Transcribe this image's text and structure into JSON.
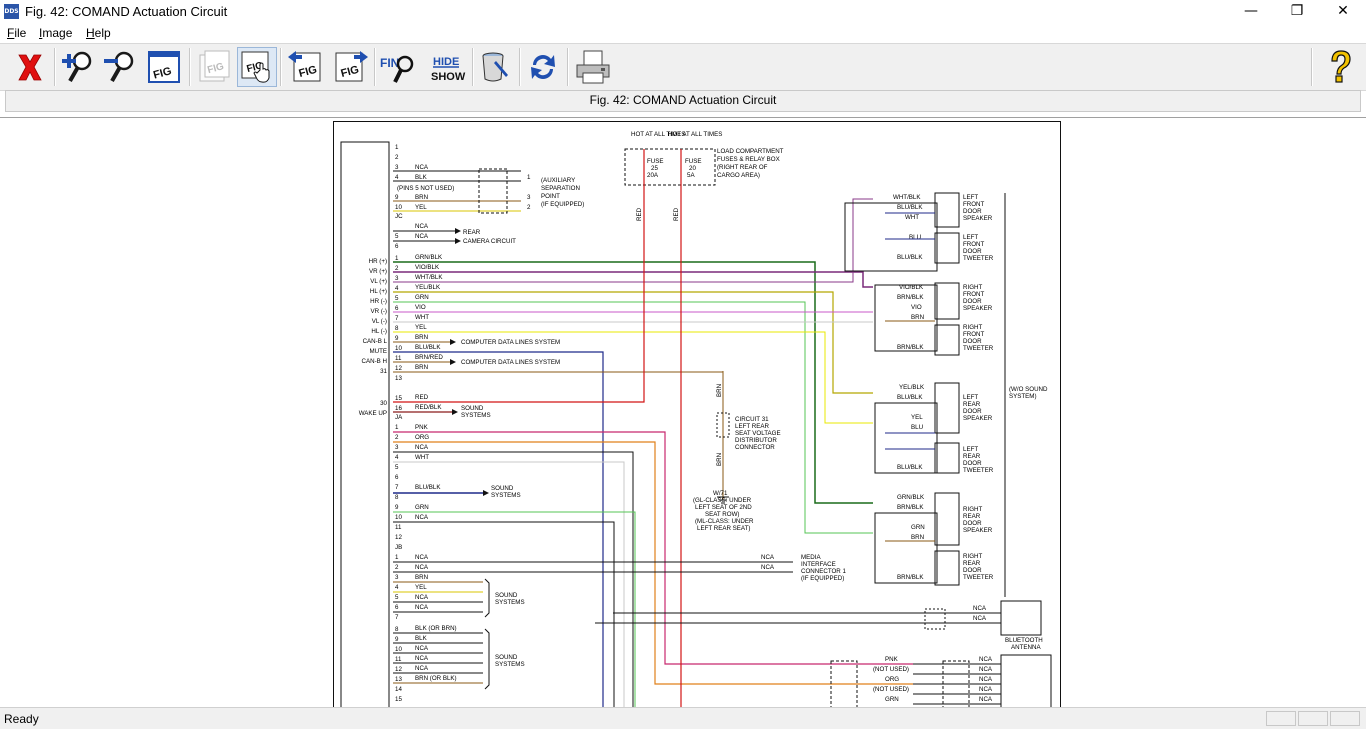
{
  "window": {
    "title": "Fig. 42: COMAND Actuation Circuit",
    "app_icon_text": "DDS",
    "minimize_glyph": "—",
    "restore_glyph": "❐",
    "close_glyph": "✕"
  },
  "menu": {
    "file": {
      "accel": "F",
      "rest": "ile"
    },
    "image": {
      "accel": "I",
      "rest": "mage"
    },
    "help": {
      "accel": "H",
      "rest": "elp"
    }
  },
  "toolbar": {
    "fig_label": "FIG",
    "find_label": "FIN",
    "hide_label": "HIDE",
    "show_label": "SHOW",
    "icons": [
      "close-red-x-icon",
      "zoom-in-icon",
      "zoom-out-icon",
      "fit-figure-icon",
      "previous-view-icon",
      "figure-hand-icon",
      "prev-figure-icon",
      "next-figure-icon",
      "find-icon",
      "hide-show-icon",
      "paint-bucket-icon",
      "refresh-icon",
      "print-icon",
      "help-icon"
    ]
  },
  "figure_title": "Fig. 42: COMAND Actuation Circuit",
  "status": {
    "text": "Ready"
  },
  "diagram": {
    "hot_at_all_times": "HOT AT ALL TIMES",
    "fuse_box": [
      "LOAD COMPARTMENT",
      "FUSES & RELAY BOX",
      "(RIGHT REAR OF",
      "CARGO AREA)"
    ],
    "fuse25": [
      "FUSE",
      "25",
      "20A"
    ],
    "fuse20": [
      "FUSE",
      "20",
      "5A"
    ],
    "connector1_pins": [
      "1",
      "2",
      "3",
      "4",
      "",
      "9",
      "10",
      "JC"
    ],
    "connector1_wires": [
      "",
      "",
      "NCA",
      "BLK",
      "(PINS 5 NOT USED)",
      "BRN",
      "YEL",
      ""
    ],
    "separation_point": [
      "(AUXILIARY",
      "SEPARATION",
      "POINT",
      "(IF EQUIPPED)"
    ],
    "rear_camera": [
      "REAR",
      "CAMERA CIRCUIT"
    ],
    "conn2_pins": [
      "",
      "5",
      "6"
    ],
    "conn2_wires": [
      "NCA",
      "NCA",
      ""
    ],
    "left_labels": [
      "HR (+)",
      "VR (+)",
      "VL (+)",
      "HL (+)",
      "HR (-)",
      "VR (-)",
      "VL (-)",
      "HL (-)",
      "CAN-B L",
      "MUTE",
      "CAN-B H",
      "31",
      "",
      "",
      "30",
      "WAKE UP"
    ],
    "ja_pins": [
      "1",
      "2",
      "3",
      "4",
      "5",
      "6",
      "7",
      "8",
      "9",
      "10",
      "11",
      "12",
      "13",
      "15",
      "16",
      "JA"
    ],
    "ja_wires": [
      "GRN/BLK",
      "VIO/BLK",
      "WHT/BLK",
      "YEL/BLK",
      "GRN",
      "VIO",
      "WHT",
      "YEL",
      "BRN",
      "BLU/BLK",
      "BRN/RED",
      "BRN",
      "",
      "RED",
      "RED/BLK",
      ""
    ],
    "computer_data": "COMPUTER DATA LINES SYSTEM",
    "sound_systems": [
      "SOUND",
      "SYSTEMS"
    ],
    "jb_pins": [
      "1",
      "2",
      "3",
      "4",
      "5",
      "6",
      "7",
      "8",
      "9",
      "10",
      "11",
      "12",
      "JB"
    ],
    "jb_wires": [
      "PNK",
      "ORG",
      "NCA",
      "WHT",
      "",
      "",
      "BLU/BLK",
      "",
      "GRN",
      "NCA",
      "",
      ""
    ],
    "circuit31": [
      "CIRCUIT 31",
      "LEFT REAR",
      "SEAT VOLTAGE",
      "DISTRIBUTOR",
      "CONNECTOR"
    ],
    "ground_w71": [
      "W/71",
      "(GL-CLASS: UNDER",
      "LEFT SEAT OF 2ND",
      "SEAT ROW)",
      "(ML-CLASS: UNDER",
      "LEFT REAR SEAT)"
    ],
    "brn": "BRN",
    "red": "RED",
    "speakers": [
      [
        "LEFT",
        "FRONT",
        "DOOR",
        "SPEAKER"
      ],
      [
        "LEFT",
        "FRONT",
        "DOOR",
        "TWEETER"
      ],
      [
        "RIGHT",
        "FRONT",
        "DOOR",
        "SPEAKER"
      ],
      [
        "RIGHT",
        "FRONT",
        "DOOR",
        "TWEETER"
      ],
      [
        "LEFT",
        "REAR",
        "DOOR",
        "SPEAKER"
      ],
      [
        "LEFT",
        "REAR",
        "DOOR",
        "TWEETER"
      ],
      [
        "RIGHT",
        "REAR",
        "DOOR",
        "SPEAKER"
      ],
      [
        "RIGHT",
        "REAR",
        "DOOR",
        "TWEETER"
      ]
    ],
    "speaker_wires": [
      [
        "WHT/BLK",
        "BLU/BLK",
        "WHT",
        "BLU",
        "BLU/BLK"
      ],
      [
        "VIO/BLK",
        "BRN/BLK",
        "VIO",
        "BRN",
        "BRN/BLK"
      ],
      [
        "YEL/BLK",
        "BLU/BLK",
        "YEL",
        "BLU",
        "BLU/BLK"
      ],
      [
        "GRN/BLK",
        "BRN/BLK",
        "GRN",
        "BRN",
        "BRN/BLK"
      ]
    ],
    "w_o_sound": [
      "(W/O SOUND",
      "SYSTEM)"
    ],
    "media_interface": [
      "MEDIA",
      "INTERFACE",
      "CONNECTOR 1",
      "(IF EQUIPPED)"
    ],
    "jc2_pins": [
      "1",
      "2",
      "3",
      "4",
      "5",
      "6",
      "7",
      "8",
      "9",
      "10",
      "11",
      "12",
      "13",
      "14",
      "15"
    ],
    "jc2_wires": [
      "NCA",
      "NCA",
      "BRN",
      "YEL",
      "NCA",
      "NCA",
      "",
      "BLK (OR BRN)",
      "BLK",
      "NCA",
      "NCA",
      "NCA",
      "BRN (OR BLK)",
      "",
      ""
    ],
    "bluetooth": [
      "BLUETOOTH",
      "ANTENNA"
    ],
    "nca": "NCA",
    "not_used": "(NOT USED)",
    "lower_right_wires": [
      "PNK",
      "(NOT USED)",
      "ORG",
      "(NOT USED)",
      "GRN"
    ]
  }
}
